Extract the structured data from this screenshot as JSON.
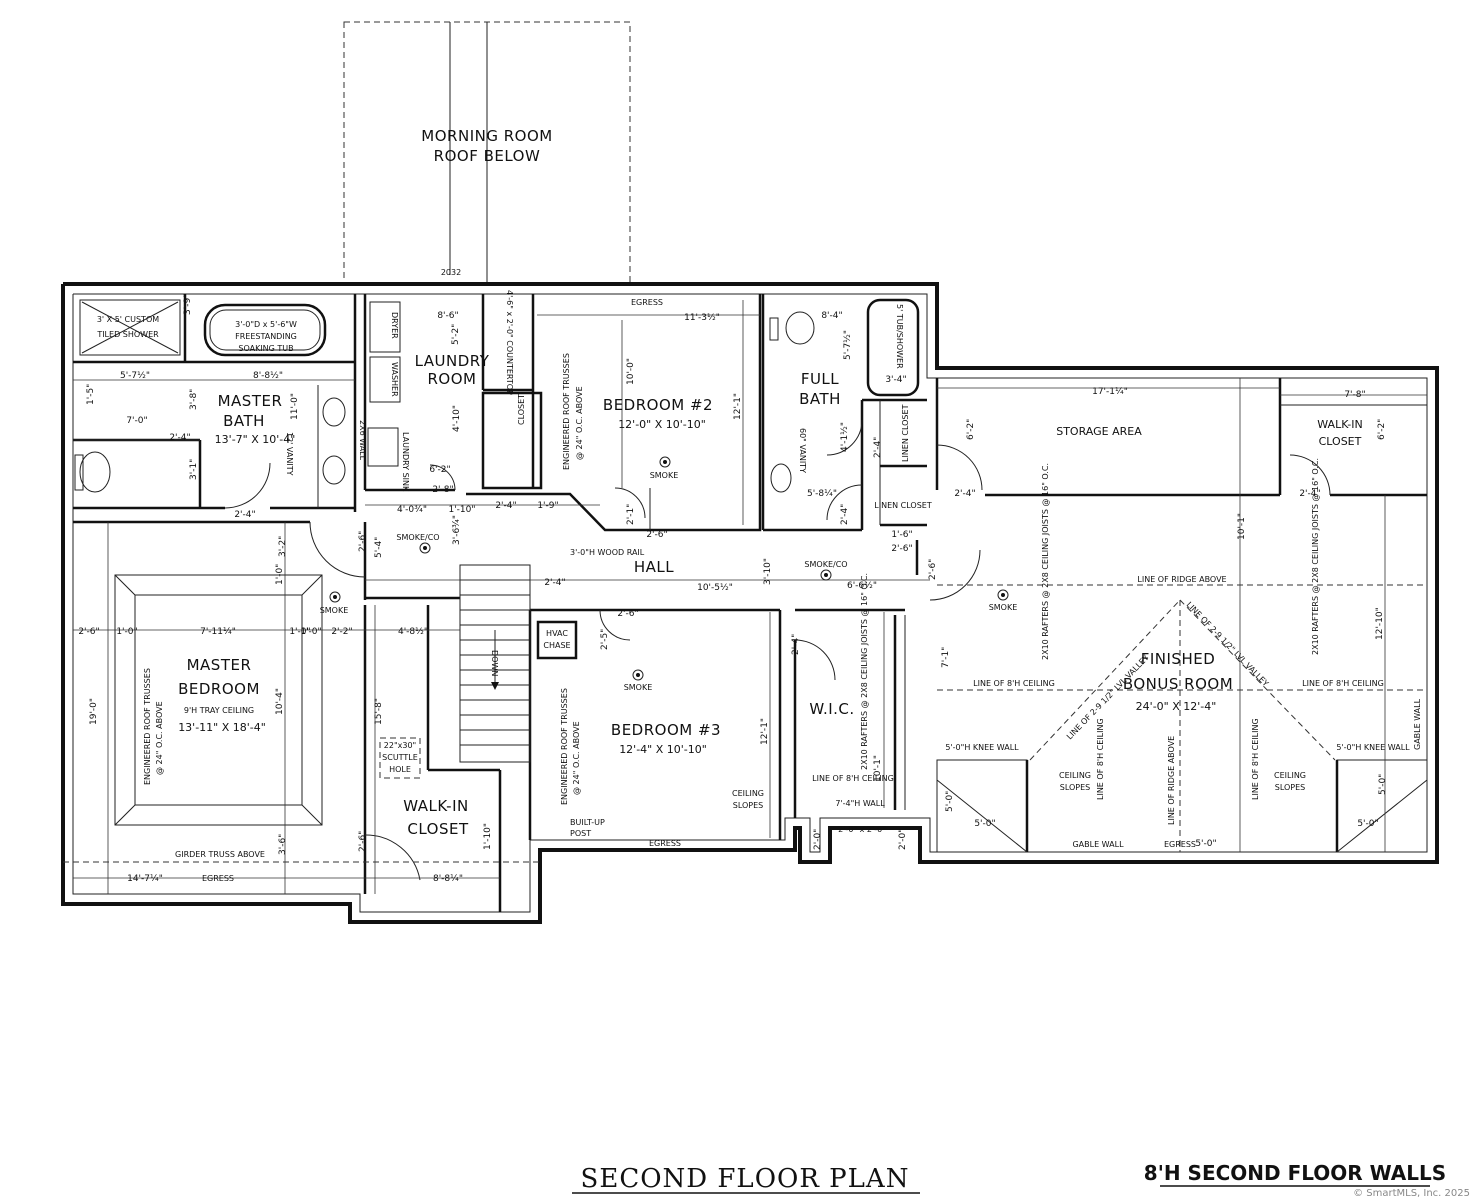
{
  "title": "SECOND FLOOR PLAN",
  "walls_note": "8'H SECOND FLOOR WALLS",
  "copyright": "© SmartMLS, Inc. 2025",
  "morning_room": {
    "line1": "MORNING ROOM",
    "line2": "ROOF BELOW",
    "code": "2032"
  },
  "rooms": {
    "shower": {
      "line1": "3' X 5' CUSTOM",
      "line2": "TILED SHOWER"
    },
    "tub": {
      "line1": "3'-0\"D x 5'-6\"W",
      "line2": "FREESTANDING",
      "line3": "SOAKING TUB"
    },
    "master_bath": {
      "line1": "MASTER",
      "line2": "BATH",
      "size": "13'-7\" X 10'-4\""
    },
    "laundry": {
      "line1": "LAUNDRY",
      "line2": "ROOM",
      "dryer": "DRYER",
      "washer": "WASHER",
      "sink": "LAUNDRY SINK",
      "counter": "4'-6\" x 2'-0\" COUNTERTOP"
    },
    "closet": "CLOSET",
    "bedroom2": {
      "name": "BEDROOM #2",
      "size": "12'-0\" X 10'-10\"",
      "trusses": "ENGINEERED ROOF TRUSSES",
      "oc": "@ 24\" O.C. ABOVE"
    },
    "full_bath": {
      "line1": "FULL",
      "line2": "BATH",
      "tub": "5' TUB/SHOWER",
      "vanity": "60\" VANITY"
    },
    "linen1": "LINEN CLOSET",
    "linen2": "LINEN CLOSET",
    "storage": "STORAGE AREA",
    "walkin_right": {
      "line1": "WALK-IN",
      "line2": "CLOSET"
    },
    "hall": "HALL",
    "wood_rail": "3'-0\"H WOOD RAIL",
    "master_bedroom": {
      "line1": "MASTER",
      "line2": "BEDROOM",
      "ceiling": "9'H TRAY CEILING",
      "size": "13'-11\" X 18'-4\"",
      "trusses": "ENGINEERED ROOF TRUSSES",
      "oc": "@ 24\" O.C. ABOVE"
    },
    "hvac": {
      "line1": "HVAC",
      "line2": "CHASE"
    },
    "down": "DOWN",
    "bedroom3": {
      "name": "BEDROOM #3",
      "size": "12'-4\" X 10'-10\"",
      "trusses": "ENGINEERED ROOF TRUSSES",
      "oc": "@ 24\" O.C. ABOVE"
    },
    "wic": "W.I.C.",
    "scuttle": {
      "line1": "22\"x30\"",
      "line2": "SCUTTLE",
      "line3": "HOLE"
    },
    "walkin_closet": {
      "line1": "WALK-IN",
      "line2": "CLOSET"
    },
    "bonus": {
      "line1": "FINISHED",
      "line2": "BONUS ROOM",
      "size": "24'-0\" X 12'-4\""
    },
    "built_up": {
      "line1": "BUILT-UP",
      "line2": "POST"
    },
    "ceiling_slopes": {
      "line1": "CEILING",
      "line2": "SLOPES"
    }
  },
  "notes": {
    "smoke": "SMOKE",
    "smoke_co": "SMOKE/CO",
    "egress": "EGRESS",
    "girder": "GIRDER TRUSS ABOVE",
    "ridge_above": "LINE OF RIDGE ABOVE",
    "ridge_line": "LINE OF RIDGE ABOVE",
    "line_8h": "LINE OF 8'H CEILING",
    "knee_wall": "5'-0\"H KNEE WALL",
    "gable_wall": "GABLE WALL",
    "valley1": "LINE OF 2-9 1/2\" LVL VALLEY",
    "valley2": "LINE OF 2-9 1/2\" LVL VALLEY",
    "rafters": "2X10 RAFTERS @ 2X8 CEILING JOISTS @ 16\" O.C.",
    "rafters_wic": "2X10 RAFTERS @ 2X8 CEILING JOISTS @ 16\" O.C.",
    "tall_wall": "7'-4\"H WALL",
    "vanity_12": "12' VANITY",
    "wall_2x6": "2X6 WALL",
    "opening": "2'-0\" x 2'-0\""
  },
  "dims": {
    "d1": "3'-9\"",
    "d2": "5'-7½\"",
    "d3": "8'-8½\"",
    "d4": "1'-5\"",
    "d5": "7'-0\"",
    "d6": "3'-8\"",
    "d7": "11'-0\"",
    "d8": "2'-4\"",
    "d9": "3'-1\"",
    "d10": "2'-4\"",
    "d11": "8'-6\"",
    "d12": "5'-2\"",
    "d13": "4'-10\"",
    "d14": "6'-2\"",
    "d15": "2'-8\"",
    "d16": "4'-0¾\"",
    "d17": "1'-10\"",
    "d18": "2'-4\"",
    "d19": "1'-9\"",
    "d20": "11'-3½\"",
    "d21": "10'-0\"",
    "d22": "12'-1\"",
    "d23": "2'-1\"",
    "d24": "2'-6\"",
    "d25": "8'-4\"",
    "d26": "5'-7½\"",
    "d27": "3'-4\"",
    "d28": "4'-1½\"",
    "d29": "2'-4\"",
    "d30": "5'-8¼\"",
    "d31": "2'-4\"",
    "d32": "1'-6\"",
    "d33": "2'-6\"",
    "d34": "17'-1¼\"",
    "d35": "7'-8\"",
    "d36": "6'-2\"",
    "d37": "6'-2\"",
    "d38": "2'-4\"",
    "d39": "2'-4\"",
    "d40": "10'-1\"",
    "d41": "12'-10\"",
    "d42": "3'-2\"",
    "d43": "2'-6\"",
    "d44": "5'-4\"",
    "d45": "3'-6¾\"",
    "d46": "2'-4\"",
    "d47": "10'-5½\"",
    "d48": "3'-10\"",
    "d49": "6'-6½\"",
    "d50": "2'-6\"",
    "d51": "2'-6\"",
    "d52": "1'-0\"",
    "d53": "7'-11¼\"",
    "d54": "1'-0\"",
    "d55": "2'-2\"",
    "d56": "4'-8½\"",
    "d57": "2'-6\"",
    "d58": "2'-5\"",
    "d59": "2'-4\"",
    "d60": "19'-0\"",
    "d61": "10'-4\"",
    "d62": "15'-8\"",
    "d63": "12'-1\"",
    "d64": "10'-1\"",
    "d65": "7'-1\"",
    "d66": "1'-0\"",
    "d67": "3'-6\"",
    "d68": "1'-10\"",
    "d69": "2'-6\"",
    "d70": "14'-7¼\"",
    "d71": "8'-8¼\"",
    "d72": "2'-0\"",
    "d73": "2'-0\"",
    "d74": "5'-0\"",
    "d75": "5'-0\"",
    "d76": "5'-0\"",
    "d77": "5'-0\"",
    "d78": "5'-0\"",
    "d79": "1'-0\""
  }
}
